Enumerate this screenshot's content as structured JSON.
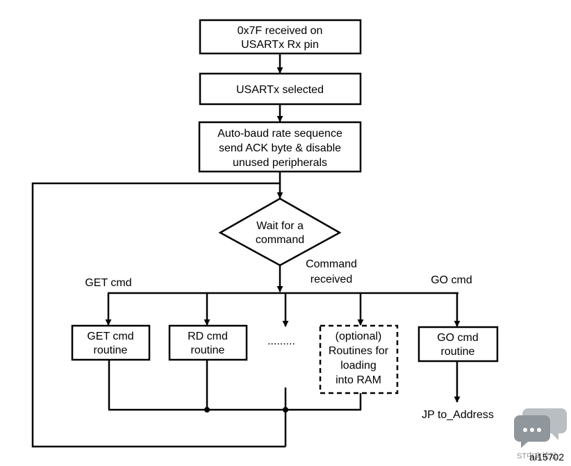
{
  "boxes": {
    "rx": [
      "0x7F received on",
      "USARTx Rx pin"
    ],
    "selected": [
      "USARTx selected"
    ],
    "autobaud": [
      "Auto-baud rate sequence",
      "send ACK byte & disable",
      "unused peripherals"
    ],
    "wait": [
      "Wait for a",
      "command"
    ],
    "get_routine": [
      "GET cmd",
      "routine"
    ],
    "rd_routine": [
      "RD cmd",
      "routine"
    ],
    "optional": [
      "(optional)",
      "Routines for",
      "loading",
      "into RAM"
    ],
    "go_routine": [
      "GO cmd",
      "routine"
    ]
  },
  "labels": {
    "command_received": [
      "Command",
      "received"
    ],
    "get_cmd": "GET cmd",
    "go_cmd": "GO cmd",
    "ellipsis": ".........",
    "jp": "JP to_Address",
    "figure_id": "ai15702",
    "watermark": "ST中文论坛"
  },
  "icons": {
    "watermark": "chat-bubbles-icon"
  },
  "colors": {
    "line": "#000000",
    "watermark": "#aab0b6"
  }
}
